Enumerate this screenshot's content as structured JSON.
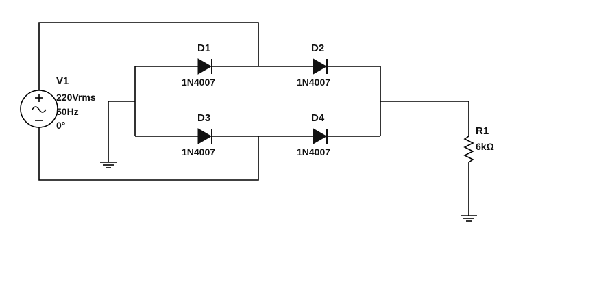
{
  "source": {
    "name": "V1",
    "voltage": "220Vrms",
    "frequency": "50Hz",
    "phase": "0°"
  },
  "diodes": [
    {
      "name": "D1",
      "part": "1N4007"
    },
    {
      "name": "D2",
      "part": "1N4007"
    },
    {
      "name": "D3",
      "part": "1N4007"
    },
    {
      "name": "D4",
      "part": "1N4007"
    }
  ],
  "resistor": {
    "name": "R1",
    "value": "6kΩ"
  }
}
